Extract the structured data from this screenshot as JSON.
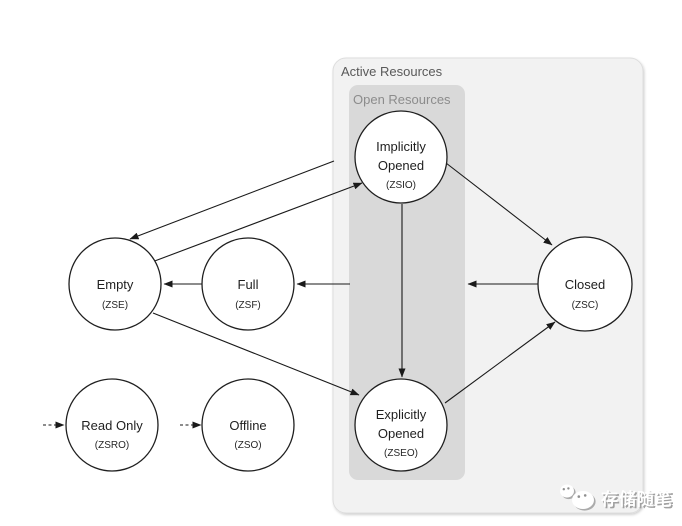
{
  "diagram": {
    "groups": {
      "active": {
        "label": "Active Resources"
      },
      "open": {
        "label": "Open Resources"
      }
    },
    "states": {
      "zsio": {
        "name_lines": [
          "Implicitly",
          "Opened"
        ],
        "code": "(ZSIO)"
      },
      "zseo": {
        "name_lines": [
          "Explicitly",
          "Opened"
        ],
        "code": "(ZSEO)"
      },
      "zse": {
        "name_lines": [
          "Empty"
        ],
        "code": "(ZSE)"
      },
      "zsf": {
        "name_lines": [
          "Full"
        ],
        "code": "(ZSF)"
      },
      "zsc": {
        "name_lines": [
          "Closed"
        ],
        "code": "(ZSC)"
      },
      "zsro": {
        "name_lines": [
          "Read Only"
        ],
        "code": "(ZSRO)"
      },
      "zso": {
        "name_lines": [
          "Offline"
        ],
        "code": "(ZSO)"
      }
    },
    "transitions": [
      {
        "from": "ZSE",
        "to": "ZSIO",
        "style": "solid"
      },
      {
        "from": "Active Resources",
        "to": "ZSE",
        "style": "solid"
      },
      {
        "from": "ZSF",
        "to": "ZSE",
        "style": "solid"
      },
      {
        "from": "Open Resources",
        "to": "ZSF",
        "style": "solid"
      },
      {
        "from": "ZSC",
        "to": "Open Resources",
        "style": "solid"
      },
      {
        "from": "ZSIO",
        "to": "ZSEO",
        "style": "solid"
      },
      {
        "from": "ZSE",
        "to": "ZSEO",
        "style": "solid"
      },
      {
        "from": "ZSIO",
        "to": "ZSC",
        "style": "solid"
      },
      {
        "from": "ZSEO",
        "to": "ZSC",
        "style": "solid"
      },
      {
        "from": "external",
        "to": "ZSRO",
        "style": "dashed"
      },
      {
        "from": "external",
        "to": "ZSO",
        "style": "dashed"
      }
    ],
    "colors": {
      "active_box_fill": "#f2f2f2",
      "open_box_fill": "#d9d9d9",
      "state_fill": "#ffffff",
      "active_label": "#595959",
      "open_label": "#8c8c8c",
      "line": "#1a1a1a"
    }
  },
  "watermark": {
    "text": "存储随笔"
  }
}
